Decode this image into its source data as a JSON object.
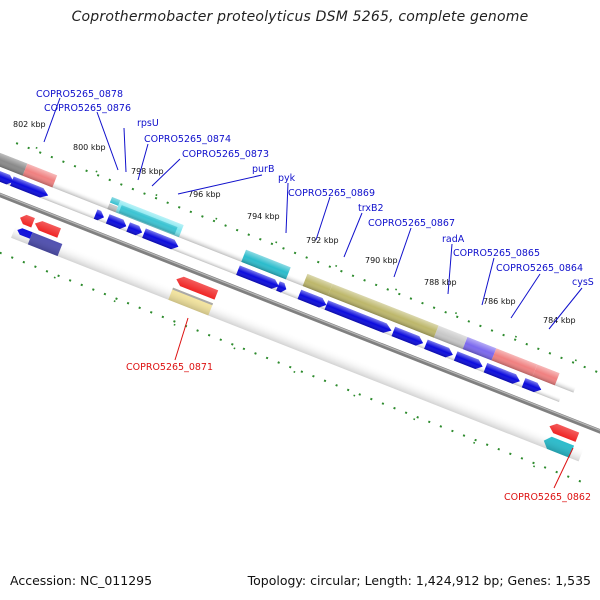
{
  "header": {
    "title": "Coprothermobacter proteolyticus DSM 5265, complete genome"
  },
  "footer": {
    "accession": "Accession: NC_011295",
    "summary": "Topology: circular; Length: 1,424,912 bp; Genes: 1,535"
  },
  "colors": {
    "cds_blue": "#0b0bdd",
    "tick_green": "#2d8b2d",
    "backbone": "#808080",
    "label_blue": "#1010cc",
    "label_red": "#dd1111",
    "red": "#ee1111",
    "pink": "#f08080",
    "gray": "#8a8a8a",
    "light_gray": "#c8c8c8",
    "cyan": "#2bbccc",
    "light_cyan": "#7fe7f0",
    "olive": "#bdb76b",
    "yellow": "#f5e6a0",
    "slate": "#7b68ee"
  },
  "scale_labels": [
    "802 kbp",
    "800 kbp",
    "798 kbp",
    "796 kbp",
    "794 kbp",
    "792 kbp",
    "790 kbp",
    "788 kbp",
    "786 kbp",
    "784 kbp"
  ],
  "gene_labels_top": [
    "COPRO5265_0878",
    "COPRO5265_0876",
    "rpsU",
    "COPRO5265_0874",
    "COPRO5265_0873",
    "purB",
    "pyk",
    "COPRO5265_0869",
    "trxB2",
    "COPRO5265_0867",
    "radA",
    "COPRO5265_0865",
    "COPRO5265_0864",
    "cysS"
  ],
  "gene_labels_bottom": [
    "COPRO5265_0871",
    "COPRO5265_0862"
  ]
}
